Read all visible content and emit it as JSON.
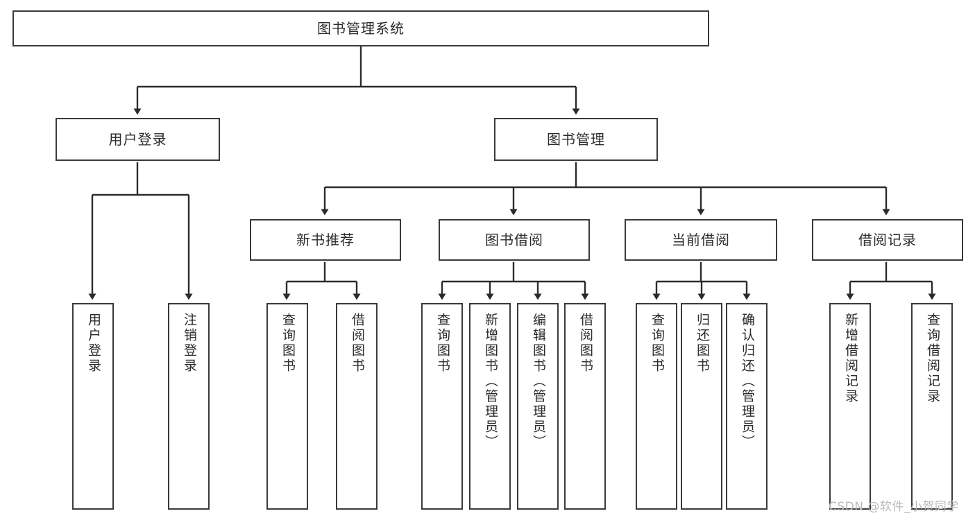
{
  "diagram": {
    "title": "图书管理系统",
    "type": "tree-hierarchy-chart",
    "orientation": "top-down",
    "colors": {
      "box_border": "#3a3a3a",
      "box_fill": "#ffffff",
      "edge": "#2b2b2b",
      "text": "#2b2b2b",
      "background": "#ffffff",
      "watermark": "#b9b9b9"
    }
  },
  "nodes": {
    "root": {
      "label": "图书管理系统",
      "level": 0,
      "text_direction": "horizontal"
    },
    "level1": [
      {
        "id": "user-login",
        "label": "用户登录",
        "text_direction": "horizontal"
      },
      {
        "id": "book-management",
        "label": "图书管理",
        "text_direction": "horizontal"
      }
    ],
    "level2": [
      {
        "id": "new-book-recommend",
        "label": "新书推荐",
        "parent": "book-management",
        "text_direction": "horizontal"
      },
      {
        "id": "book-borrow",
        "label": "图书借阅",
        "parent": "book-management",
        "text_direction": "horizontal"
      },
      {
        "id": "current-borrow",
        "label": "当前借阅",
        "parent": "book-management",
        "text_direction": "horizontal"
      },
      {
        "id": "borrow-record",
        "label": "借阅记录",
        "parent": "book-management",
        "text_direction": "horizontal"
      }
    ],
    "leaves": [
      {
        "id": "leaf-user-login",
        "label": "用户登录",
        "parent": "user-login",
        "text_direction": "vertical"
      },
      {
        "id": "leaf-logout-login",
        "label": "注销登录",
        "parent": "user-login",
        "text_direction": "vertical"
      },
      {
        "id": "leaf-query-book-1",
        "label": "查询图书",
        "parent": "new-book-recommend",
        "text_direction": "vertical"
      },
      {
        "id": "leaf-borrow-book-1",
        "label": "借阅图书",
        "parent": "new-book-recommend",
        "text_direction": "vertical"
      },
      {
        "id": "leaf-query-book-2",
        "label": "查询图书",
        "parent": "book-borrow",
        "text_direction": "vertical"
      },
      {
        "id": "leaf-add-book-admin",
        "label": "新增图书（管理员）",
        "parent": "book-borrow",
        "text_direction": "vertical"
      },
      {
        "id": "leaf-edit-book-admin",
        "label": "编辑图书（管理员）",
        "parent": "book-borrow",
        "text_direction": "vertical"
      },
      {
        "id": "leaf-borrow-book-2",
        "label": "借阅图书",
        "parent": "book-borrow",
        "text_direction": "vertical"
      },
      {
        "id": "leaf-query-book-3",
        "label": "查询图书",
        "parent": "current-borrow",
        "text_direction": "vertical"
      },
      {
        "id": "leaf-return-book",
        "label": "归还图书",
        "parent": "current-borrow",
        "text_direction": "vertical"
      },
      {
        "id": "leaf-confirm-return-admin",
        "label": "确认归还（管理员）",
        "parent": "current-borrow",
        "text_direction": "vertical"
      },
      {
        "id": "leaf-add-borrow-record",
        "label": "新增借阅记录",
        "parent": "borrow-record",
        "text_direction": "vertical"
      },
      {
        "id": "leaf-query-borrow-record",
        "label": "查询借阅记录",
        "parent": "borrow-record",
        "text_direction": "vertical"
      }
    ]
  },
  "watermark": {
    "text": "CSDN @软件_小贺同学"
  }
}
